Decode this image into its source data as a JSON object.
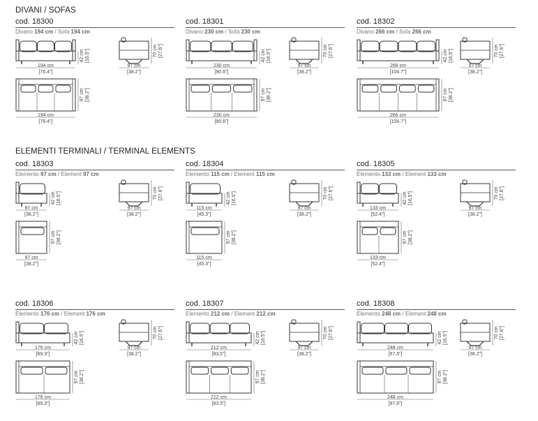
{
  "sections": [
    {
      "id": "sofas",
      "title": "DIVANI / SOFAS"
    },
    {
      "id": "terminal",
      "title": "ELEMENTI TERMINALI / TERMINAL ELEMENTS"
    }
  ],
  "common": {
    "depth_cm": "97 cm",
    "depth_in": "[38.2\"]",
    "height_cm": "70 cm",
    "height_in": "[27.6\"]",
    "seat_cm": "42 cm",
    "seat_in": "[16.5\"]"
  },
  "products": [
    {
      "code": "cod. 18300",
      "label_it": "Divano",
      "label_en": "Sofa",
      "width": "194 cm",
      "width_cm": "194 cm",
      "width_in": "[76.4\"]",
      "width_value": 194,
      "type": "sofa",
      "cushions": 3
    },
    {
      "code": "cod. 18301",
      "label_it": "Divano",
      "label_en": "Sofa",
      "width": "230 cm",
      "width_cm": "230 cm",
      "width_in": "[90.6\"]",
      "width_value": 230,
      "type": "sofa",
      "cushions": 3
    },
    {
      "code": "cod. 18302",
      "label_it": "Divano",
      "label_en": "Sofa",
      "width": "266 cm",
      "width_cm": "266 cm",
      "width_in": "[104.7\"]",
      "width_value": 266,
      "type": "sofa",
      "cushions": 4
    },
    {
      "code": "cod. 18303",
      "label_it": "Elemento",
      "label_en": "Element",
      "width": "97 cm",
      "width_cm": "97 cm",
      "width_in": "[38.2\"]",
      "width_value": 97,
      "type": "terminal",
      "cushions": 1
    },
    {
      "code": "cod. 18304",
      "label_it": "Elemento",
      "label_en": "Element",
      "width": "115 cm",
      "width_cm": "115 cm",
      "width_in": "[45.3\"]",
      "width_value": 115,
      "type": "terminal",
      "cushions": 1
    },
    {
      "code": "cod. 18305",
      "label_it": "Elemento",
      "label_en": "Element",
      "width": "133 cm",
      "width_cm": "133 cm",
      "width_in": "[52.4\"]",
      "width_value": 133,
      "type": "terminal",
      "cushions": 2
    },
    {
      "code": "cod. 18306",
      "label_it": "Elemento",
      "label_en": "Element",
      "width": "176 cm",
      "width_cm": "176 cm",
      "width_in": "[69.3\"]",
      "width_value": 176,
      "type": "terminal",
      "cushions": 2
    },
    {
      "code": "cod. 18307",
      "label_it": "Elemento",
      "label_en": "Element",
      "width": "212 cm",
      "width_cm": "212 cm",
      "width_in": "[83.5\"]",
      "width_value": 212,
      "type": "terminal",
      "cushions": 3
    },
    {
      "code": "cod. 18308",
      "label_it": "Elemento",
      "label_en": "Element",
      "width": "248 cm",
      "width_cm": "248 cm",
      "width_in": "[97.6\"]",
      "width_value": 248,
      "type": "terminal",
      "cushions": 3
    }
  ]
}
